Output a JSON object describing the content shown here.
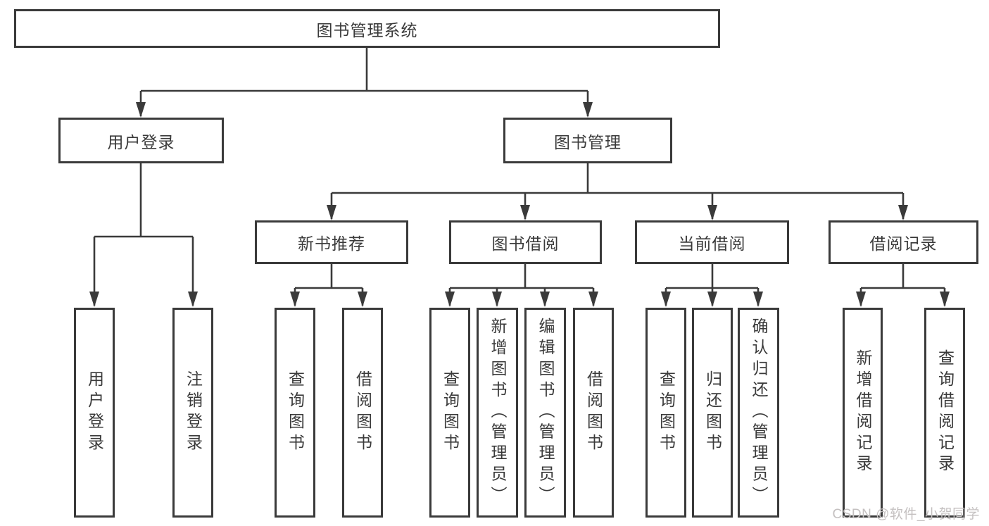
{
  "diagram": {
    "title": "图书管理系统",
    "user_branch": {
      "label": "用户登录",
      "leaves": [
        "用户登录",
        "注销登录"
      ]
    },
    "mgmt_branch": {
      "label": "图书管理",
      "groups": [
        {
          "label": "新书推荐",
          "leaves": [
            "查询图书",
            "借阅图书"
          ]
        },
        {
          "label": "图书借阅",
          "leaves": [
            "查询图书",
            "新增图书（管理员）",
            "编辑图书（管理员）",
            "借阅图书"
          ]
        },
        {
          "label": "当前借阅",
          "leaves": [
            "查询图书",
            "归还图书",
            "确认归还（管理员）"
          ]
        },
        {
          "label": "借阅记录",
          "leaves": [
            "新增借阅记录",
            "查询借阅记录"
          ]
        }
      ]
    }
  },
  "watermark": "CSDN @软件_小贺同学",
  "colors": {
    "line": "#3a3a3a",
    "text": "#3a3a3a",
    "box_fill": "#ffffff",
    "watermark": "#c4c0c0"
  }
}
